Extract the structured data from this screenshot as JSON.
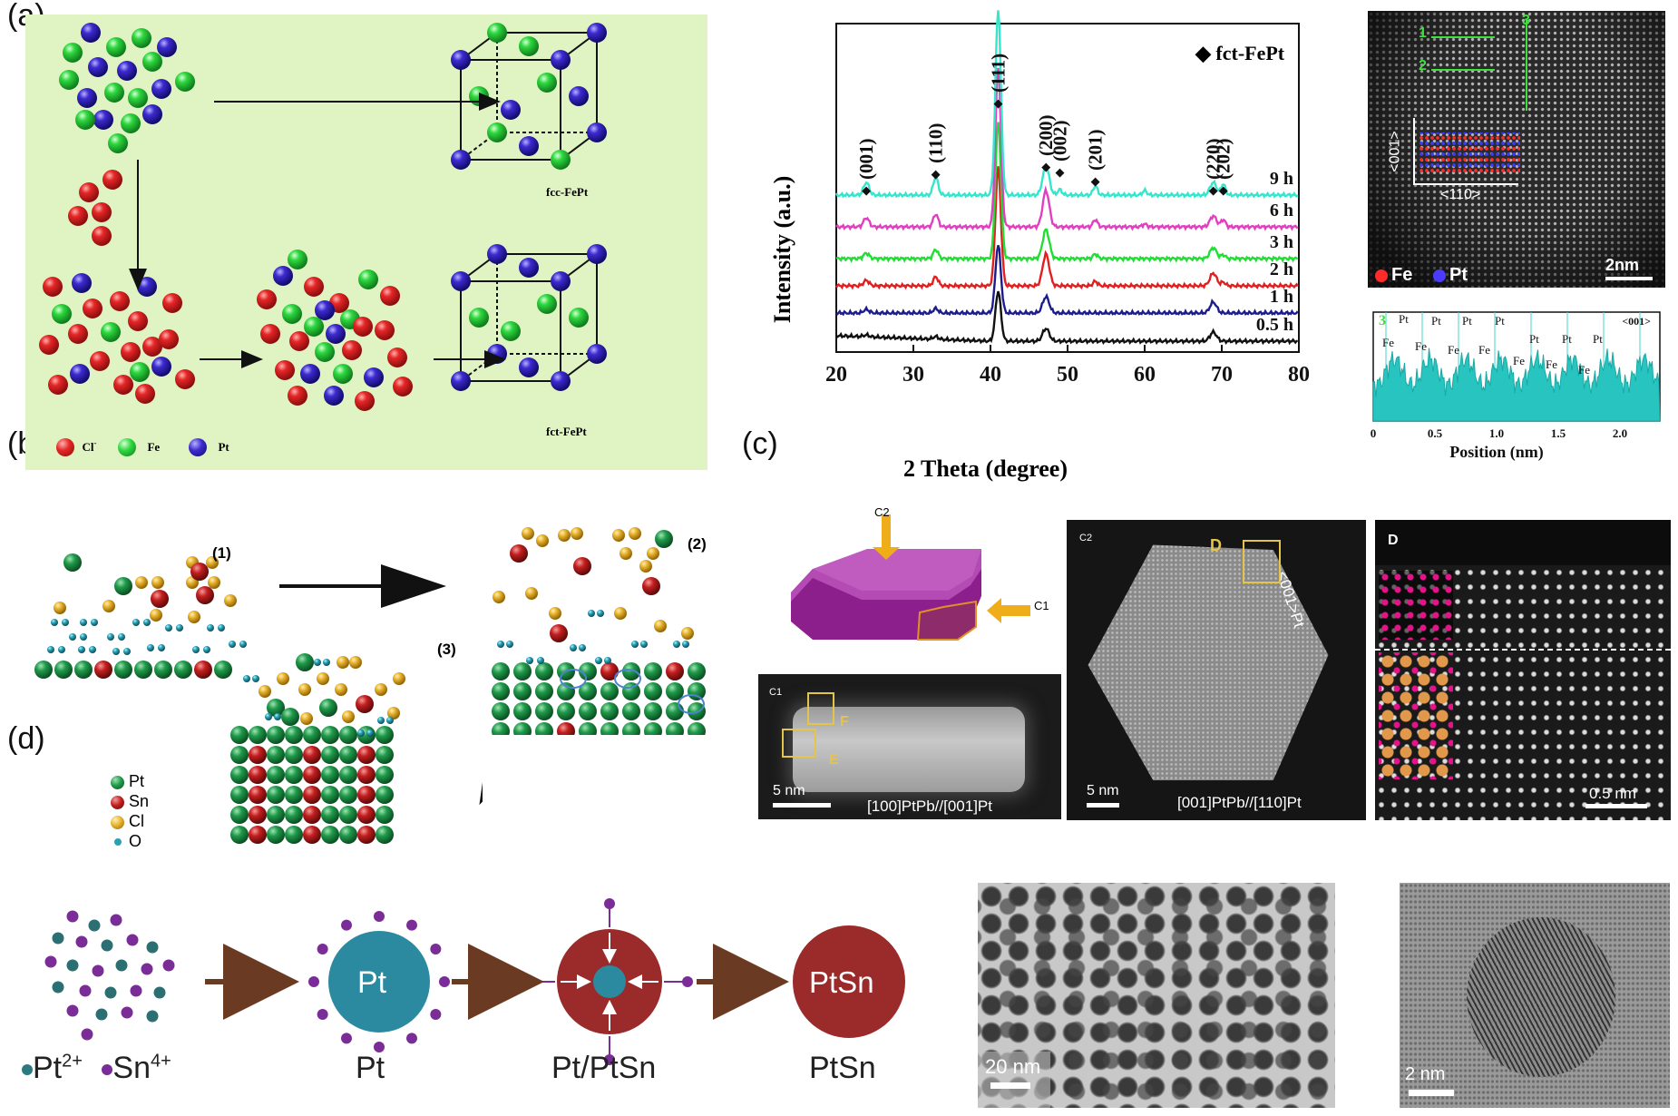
{
  "panel_labels": {
    "a": "(a)",
    "b": "(b)",
    "c": "(c)",
    "d": "(d)"
  },
  "panel_a": {
    "legend": {
      "cl": "Cl",
      "cl_sup": "-",
      "fe": "Fe",
      "pt": "Pt"
    },
    "fcc_label": "fcc-FePt",
    "fct_label": "fct-FePt",
    "colors": {
      "cl": "#dd1c1c",
      "fe": "#27d43b",
      "pt": "#3b2bc4",
      "bg": "#d9f2b8"
    }
  },
  "chart_data": {
    "type": "line",
    "xlabel": "2 Theta (degree)",
    "ylabel": "Intensity (a.u.)",
    "xlim": [
      20,
      80
    ],
    "xticks": [
      20,
      30,
      40,
      50,
      60,
      70,
      80
    ],
    "legend": "fct-FePt",
    "peaks": [
      {
        "label": "(001)",
        "x": 23.9
      },
      {
        "label": "(110)",
        "x": 32.9
      },
      {
        "label": "(111)",
        "x": 41.0
      },
      {
        "label": "(200)",
        "x": 47.2
      },
      {
        "label": "(002)",
        "x": 49.0
      },
      {
        "label": "(201)",
        "x": 53.6
      },
      {
        "label": "(220)",
        "x": 68.9
      },
      {
        "label": "(202)",
        "x": 70.2
      }
    ],
    "series": [
      {
        "name": "0.5 h",
        "color": "#111111"
      },
      {
        "name": "1 h",
        "color": "#1c1c8c"
      },
      {
        "name": "2 h",
        "color": "#e02020"
      },
      {
        "name": "3 h",
        "color": "#22dd33"
      },
      {
        "name": "6 h",
        "color": "#e040c0"
      },
      {
        "name": "9 h",
        "color": "#33e6cc"
      }
    ]
  },
  "haadf_a": {
    "markers": [
      "1",
      "2",
      "3"
    ],
    "dir_vertical": "<001>",
    "dir_horizontal": "<110>",
    "legend_fe": "Fe",
    "legend_pt": "Pt",
    "scale": "2nm"
  },
  "profile_a": {
    "marker": "3",
    "direction": "<001>",
    "top_labels": [
      "Pt",
      "Pt",
      "Pt",
      "Pt",
      "Pt",
      "Pt",
      "Pt"
    ],
    "bottom_labels": [
      "Fe",
      "Fe",
      "Fe",
      "Fe",
      "Fe",
      "Fe",
      "Fe"
    ],
    "xticks": [
      "0",
      "0.5",
      "1.0",
      "1.5",
      "2.0"
    ],
    "xlabel": "Position (nm)"
  },
  "panel_b": {
    "steps": [
      "(1)",
      "(2)",
      "(3)"
    ],
    "legend": [
      "Pt",
      "Sn",
      "Cl",
      "O"
    ],
    "colors": {
      "pt": "#1f9a4a",
      "sn": "#c41e1e",
      "cl": "#e8b22c",
      "o": "#2aa0b4"
    }
  },
  "panel_c": {
    "c1_arrow": "C2",
    "c2_arrow": "C1",
    "c1": {
      "tag": "C1",
      "box_e": "E",
      "box_f": "F",
      "scale": "5 nm",
      "zone": "[100]PtPb//[001]Pt"
    },
    "c2": {
      "tag": "C2",
      "box_d": "D",
      "direction": "<001>Pt",
      "scale": "5 nm",
      "zone": "[001]PtPb//[110]Pt"
    },
    "d": {
      "tag": "D",
      "scale": "0.5 nm"
    }
  },
  "panel_d": {
    "ion_pt": "Pt",
    "ion_pt_sup": "2+",
    "ion_sn": "Sn",
    "ion_sn_sup": "4+",
    "stage_labels": [
      "Pt",
      "Pt/PtSn",
      "PtSn"
    ],
    "core_pt": "Pt",
    "core_ptsn": "PtSn",
    "scale_1": "20 nm",
    "scale_2": "2 nm",
    "colors": {
      "pt": "#2b8aa0",
      "sn": "#7a2d97",
      "ptsn": "#9b2a2a",
      "arrow": "#6b3a22"
    }
  }
}
